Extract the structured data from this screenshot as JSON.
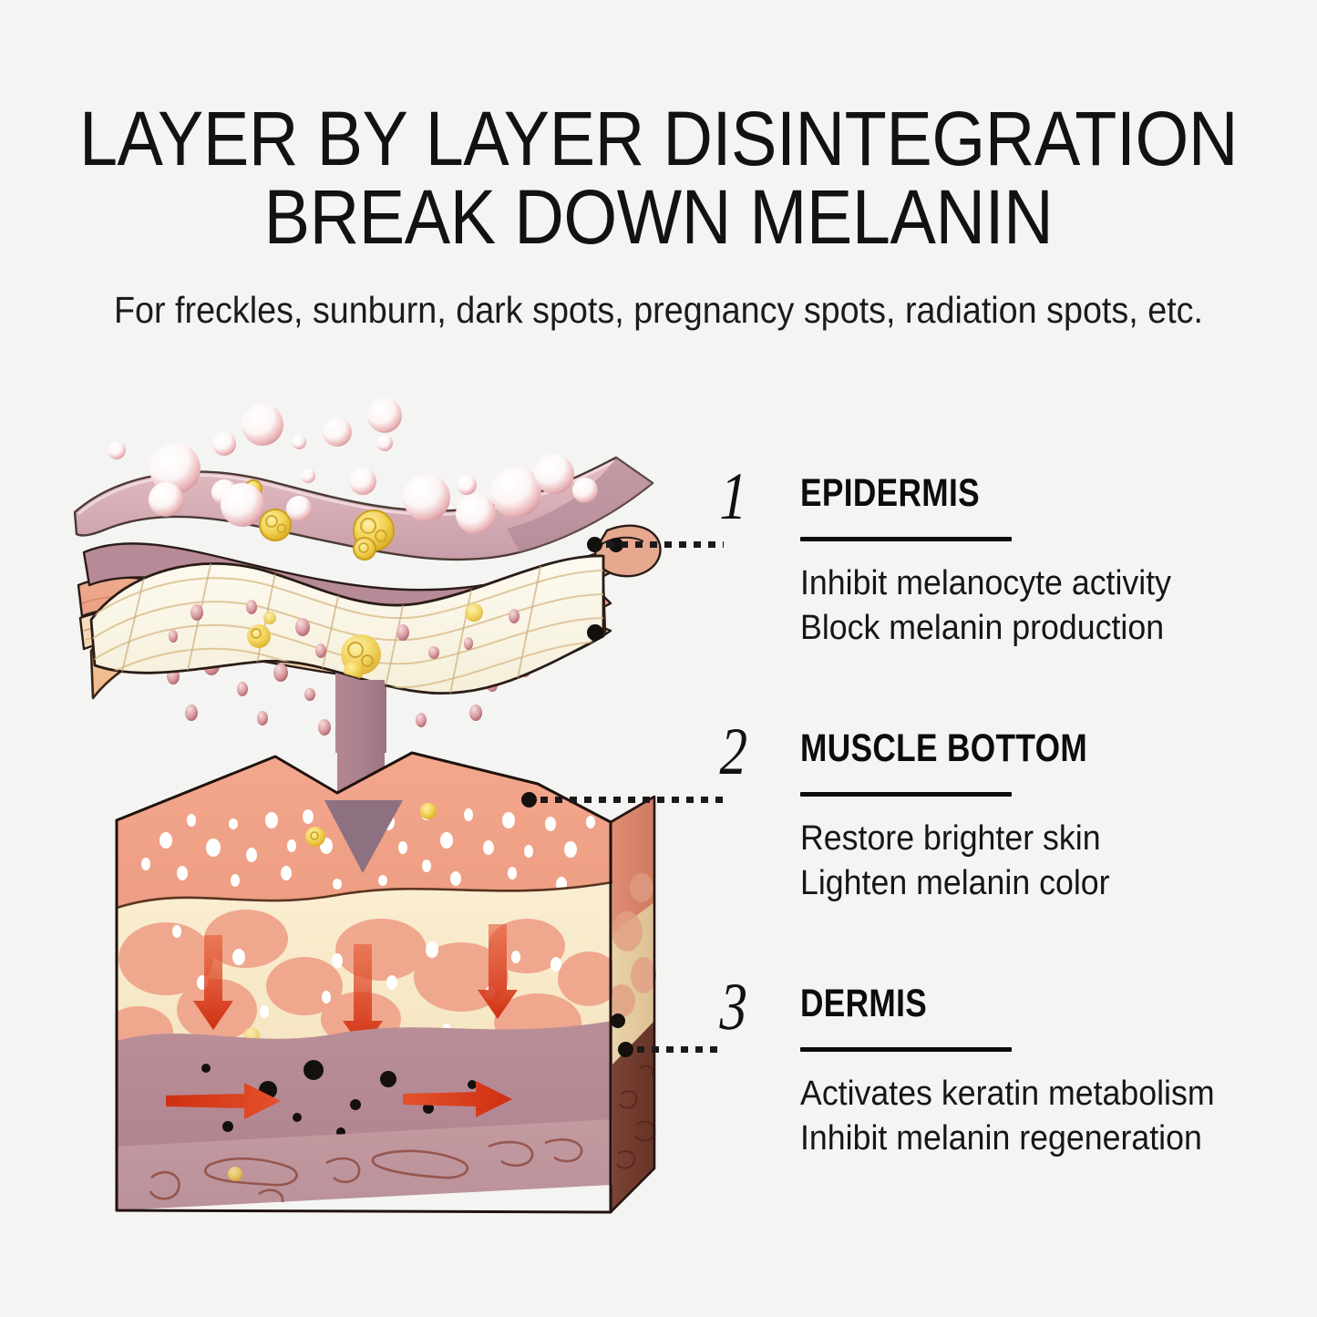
{
  "page": {
    "background_color": "#f4f4f3",
    "title": "LAYER BY LAYER DISINTEGRATION\nBREAK DOWN MELANIN",
    "subtitle": "For freckles, sunburn, dark spots, pregnancy spots, radiation spots, etc."
  },
  "legend": {
    "entries": [
      {
        "number": "1",
        "heading": "EPIDERMIS",
        "lines": [
          "Inhibit melanocyte activity",
          "Block melanin production"
        ]
      },
      {
        "number": "2",
        "heading": "MUSCLE BOTTOM",
        "lines": [
          "Restore brighter skin",
          "Lighten melanin color"
        ]
      },
      {
        "number": "3",
        "heading": "DERMIS",
        "lines": [
          "Activates keratin metabolism",
          "Inhibit melanin regeneration"
        ]
      }
    ]
  },
  "illustration": {
    "alt": "exploded cross-section of skin showing three layers",
    "layers": [
      {
        "name": "epidermis-layer",
        "label": "EPIDERMIS",
        "description": "translucent mauve top sheet with white bubbles and gold melanin clusters over salmon and cream sub-bands"
      },
      {
        "name": "muscle-bottom-layer",
        "label": "MUSCLE BOTTOM",
        "description": "ivory wavy sheet with grid lines, pink droplets and yellow melanin specks"
      },
      {
        "name": "dermis-block",
        "label": "DERMIS",
        "description": "3D block: salmon surface with white dots, cream mid-layer with salmon lobes and red down arrows, mauve basal layer with black melanin dots and red lateral arrows"
      }
    ],
    "colors": {
      "epidermis_top": "#d9a3ab",
      "epidermis_mid": "#e9a184",
      "epidermis_low": "#f2d6b4",
      "muscle_sheet": "#faf6e6",
      "muscle_edge": "#f0c79c",
      "dermis_surface": "#ef9f84",
      "dermis_mid": "#f7e9c9",
      "dermis_base": "#b08892",
      "dermis_deep": "#6e3b2f",
      "melanin_gold": "#e9c33a",
      "bubble_white": "#ffffff",
      "arrow_mauve": "#b0848f",
      "arrow_red": "#d8371a",
      "melanin_black": "#14100e",
      "leader_line": "#1a1a1a"
    }
  }
}
